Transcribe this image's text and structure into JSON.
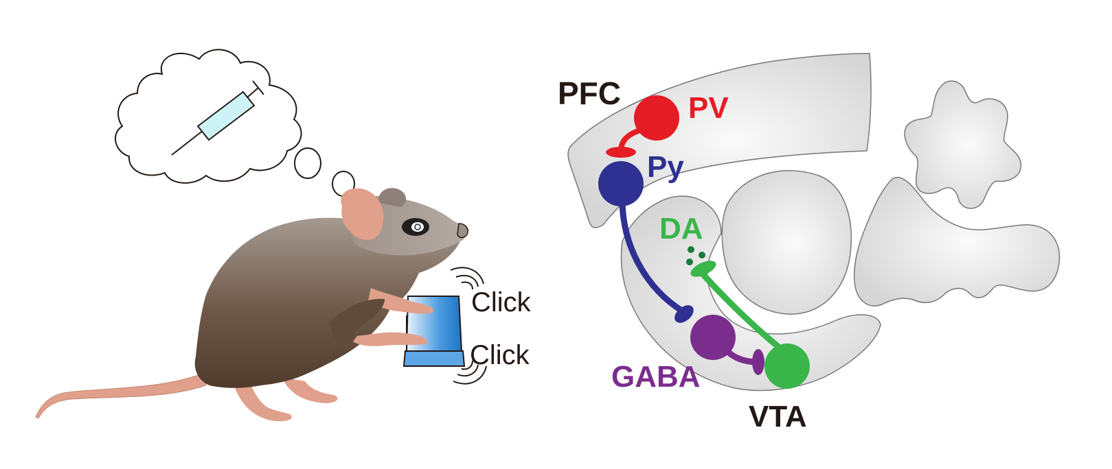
{
  "left_panel": {
    "click_labels": [
      "Click",
      "Click"
    ],
    "thought_content": "syringe-icon",
    "lever_color": "#2a7fc8"
  },
  "right_panel": {
    "region_labels": {
      "pfc": "PFC",
      "vta": "VTA"
    },
    "neuron_labels": {
      "pv": "PV",
      "py": "Py",
      "da": "DA",
      "gaba": "GABA"
    }
  },
  "colors": {
    "pv": "#e51c23",
    "py": "#2e3192",
    "da": "#3ab54a",
    "da_vesicle": "#1b7a38",
    "gaba": "#7b2d8e",
    "label_dark": "#231815",
    "brain_fill": "#dedede",
    "brain_stroke": "#777777",
    "mouse_body_top": "#9a8e85",
    "mouse_body_bottom": "#4f3b2c",
    "mouse_pink": "#e0a08c"
  }
}
